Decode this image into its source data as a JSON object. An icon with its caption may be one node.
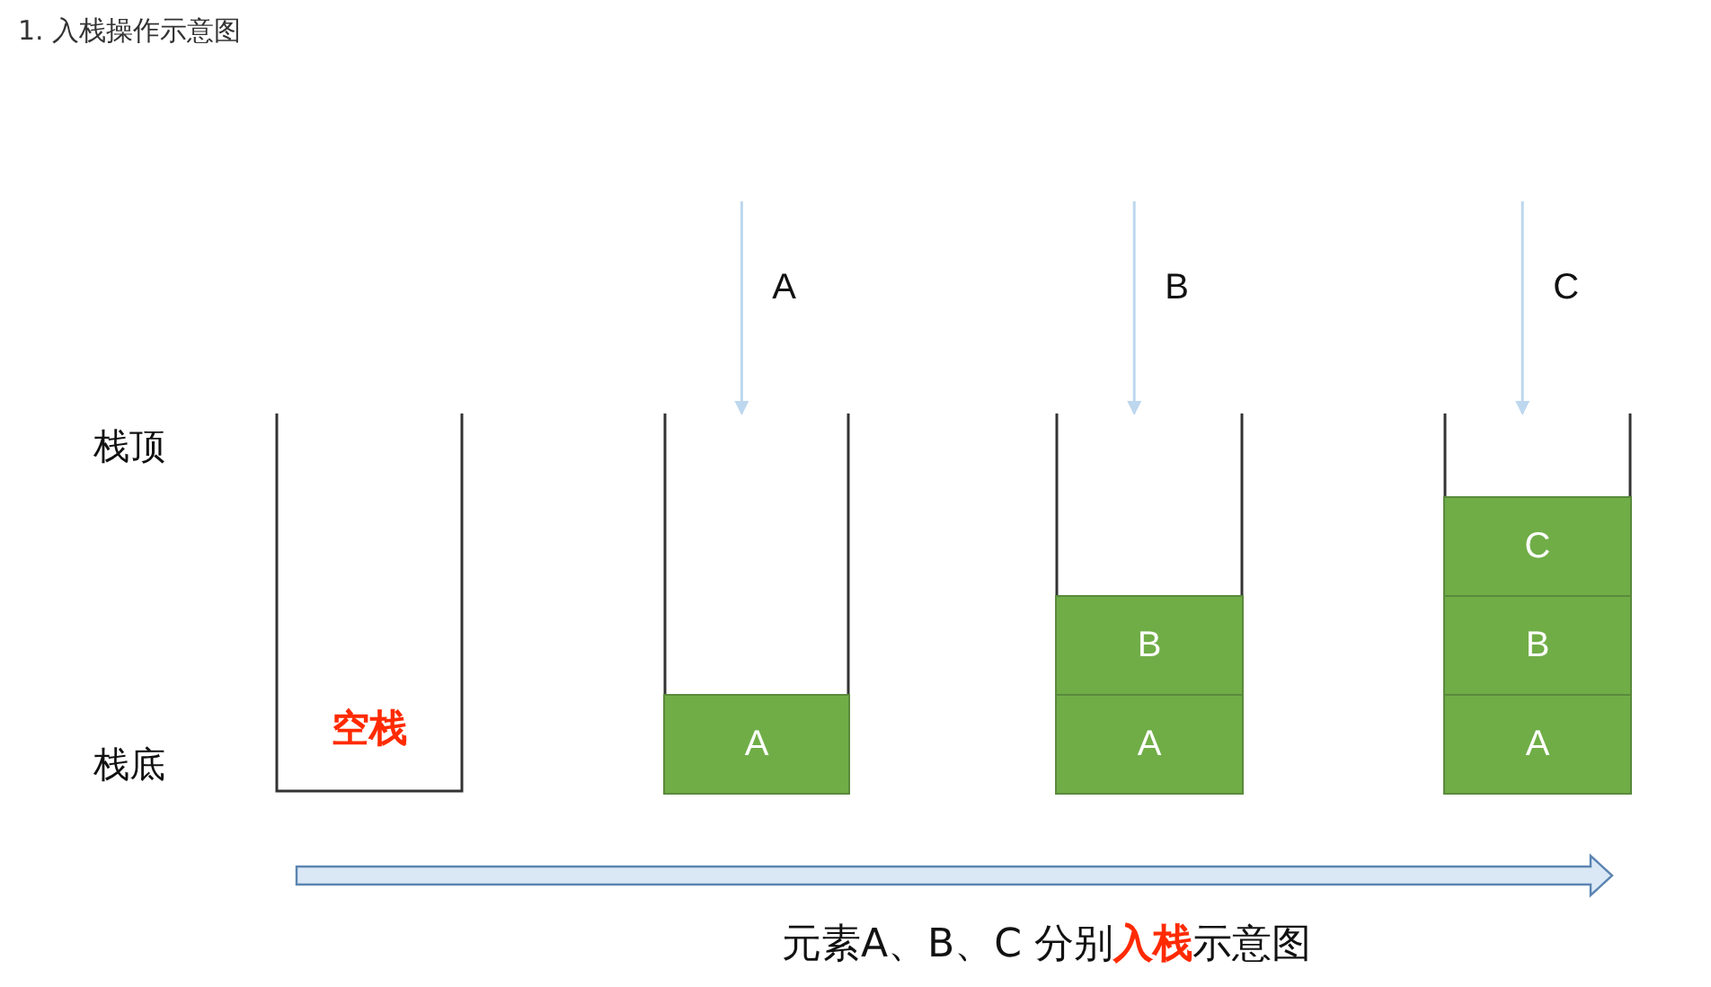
{
  "diagram": {
    "title": "1. 入栈操作示意图",
    "caption": "元素A、B、C 分别**入栈**示意图",
    "nodes": [
      {
        "text": [
          "空栈"
        ]
      },
      {
        "text": [],
        "shape": "box"
      },
      {
        "text": [
          "A"
        ],
        "in": 1
      },
      {
        "text": [],
        "shape": "box"
      },
      {
        "text": [
          "B"
        ],
        "in": 3
      },
      {
        "text": [
          "A"
        ],
        "in": 3
      },
      {
        "text": [],
        "shape": "box"
      },
      {
        "text": [
          "C"
        ],
        "in": 6
      },
      {
        "text": [
          "B"
        ],
        "in": 6
      },
      {
        "text": [
          "A"
        ],
        "in": 6
      }
    ],
    "edges": [
      {
        "from": null,
        "to": 1,
        "arrow": "to",
        "label": "A",
        "color": "#bdd7ee"
      },
      {
        "from": null,
        "to": 3,
        "arrow": "to",
        "label": "B",
        "color": "#bdd7ee"
      },
      {
        "from": null,
        "to": 6,
        "arrow": "to",
        "label": "C",
        "color": "#bdd7ee"
      }
    ],
    "labels": [
      "栈顶",
      "栈底"
    ]
  }
}
